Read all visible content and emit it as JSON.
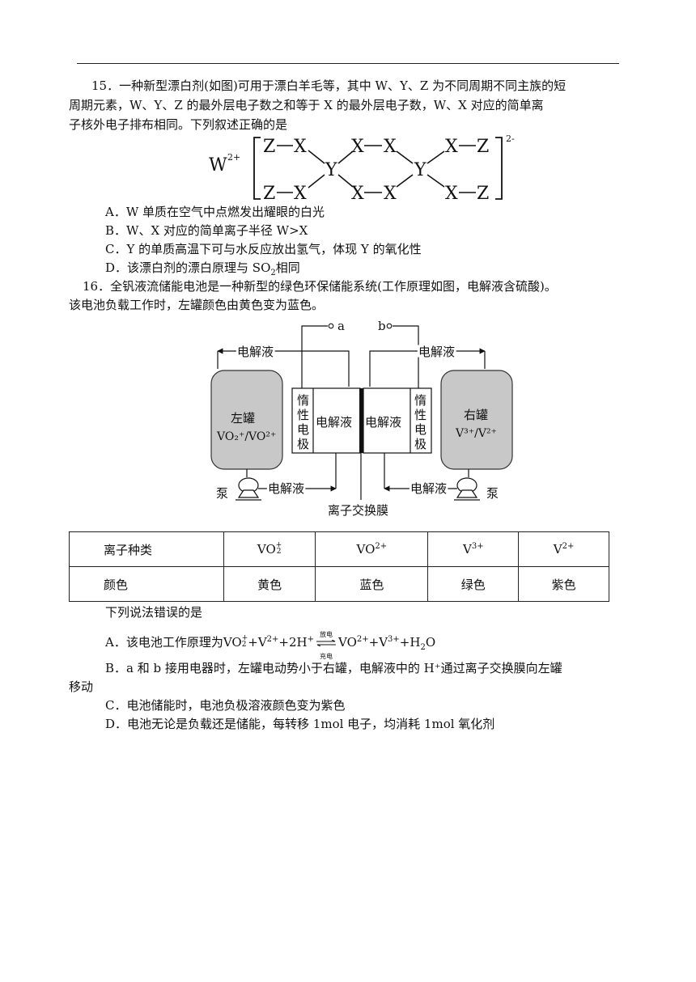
{
  "q15": {
    "stem_line1": "15．一种新型漂白剂(如图)可用于漂白羊毛等，其中 W、Y、Z 为不同周期不同主族的短",
    "stem_line2": "周期元素，W、Y、Z 的最外层电子数之和等于 X 的最外层电子数，W、X 对应的简单离",
    "stem_line3": "子核外电子排布相同。下列叙述正确的是",
    "structure": {
      "cation": "W",
      "cation_charge": "2+",
      "anion_charge": "2-",
      "atoms": [
        "Z",
        "X",
        "X",
        "X",
        "X",
        "Z",
        "Y",
        "Y",
        "Z",
        "X",
        "X",
        "X",
        "X",
        "Z"
      ]
    },
    "options": [
      "A．W 单质在空气中点燃发出耀眼的白光",
      "B．W、X 对应的简单离子半径 W>X",
      "C．Y 的单质高温下可与水反应放出氢气，体现 Y 的氧化性",
      "D．该漂白剂的漂白原理与 SO"
    ],
    "option_d_sub": "2",
    "option_d_tail": "相同"
  },
  "q16": {
    "stem_line1": "16．全钒液流储能电池是一种新型的绿色环保储能系统(工作原理如图，电解液含硫酸)。",
    "stem_line2": "该电池负载工作时，左罐颜色由黄色变为蓝色。",
    "diagram": {
      "terminal_a": "a",
      "terminal_b": "b",
      "pipe_label_top_left": "电解液",
      "pipe_label_top_right": "电解液",
      "pipe_label_bottom_left": "电解液",
      "pipe_label_bottom_right": "电解液",
      "left_tank_title": "左罐",
      "left_tank_species": "VO₂⁺/VO²⁺",
      "right_tank_title": "右罐",
      "right_tank_species": "V³⁺/V²⁺",
      "inert_electrode": [
        "惰",
        "性",
        "电",
        "极"
      ],
      "electrolyte_left": "电解液",
      "electrolyte_right": "电解液",
      "pump_left": "泵",
      "pump_right": "泵",
      "membrane": "离子交换膜"
    },
    "table": {
      "row_headers": [
        "离子种类",
        "颜色"
      ],
      "ions": [
        "VO",
        "VO",
        "V",
        "V"
      ],
      "ion_sup": [
        "+",
        "2+",
        "3+",
        "2+"
      ],
      "ion_sub": [
        "2",
        "",
        "",
        ""
      ],
      "colors": [
        "黄色",
        "蓝色",
        "绿色",
        "紫色"
      ]
    },
    "question": "下列说法错误的是",
    "optA_prefix": "A．该电池工作原理为",
    "optA_arrow_top": "放电",
    "optA_arrow_bottom": "充电",
    "optB_line1": "B．a 和 b 接用电器时，左罐电动势小于右罐，电解液中的 H⁺通过离子交换膜向左罐",
    "optB_line2": "移动",
    "optC": "C．电池储能时，电池负极溶液颜色变为紫色",
    "optD": "D．电池无论是负载还是储能，每转移 1mol 电子，均消耗 1mol 氧化剂"
  }
}
